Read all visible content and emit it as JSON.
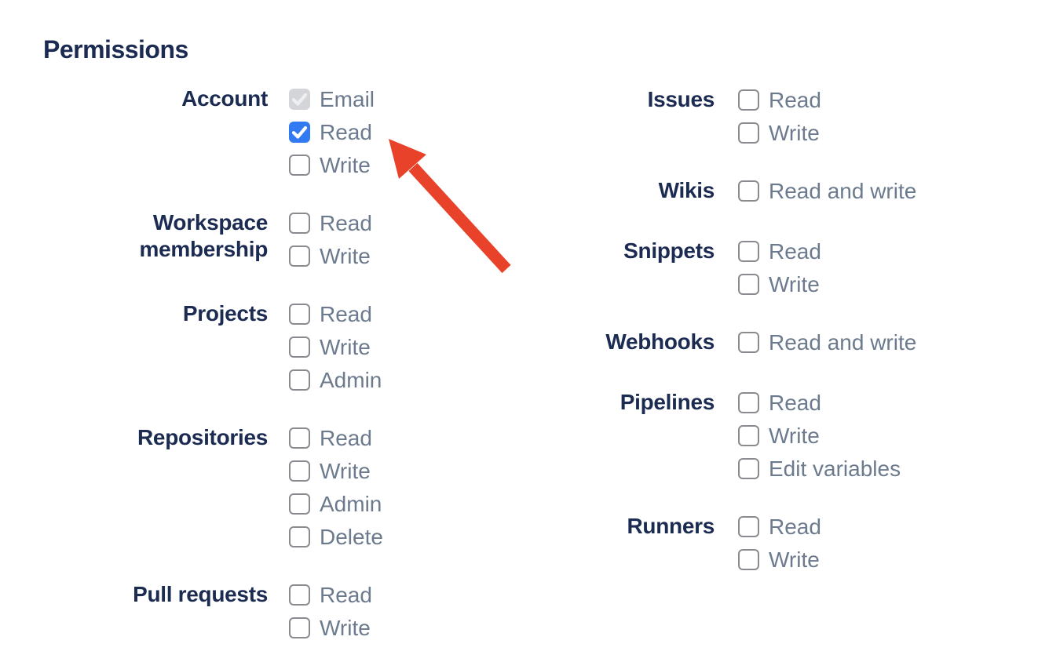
{
  "heading": {
    "title": "Permissions"
  },
  "colors": {
    "background": "#FFFFFF",
    "heading_text": "#1C2B52",
    "group_label_text": "#1C2B52",
    "option_label_text": "#6C7A8E",
    "checkbox_border": "#8A8B90",
    "checkbox_checked_fill": "#327AF2",
    "checkbox_checked_checkmark": "#FFFFFF",
    "checkbox_disabled_fill": "#D4D5D9",
    "checkbox_disabled_checkmark": "#EFEFF1",
    "arrow": "#E8432A"
  },
  "columns": [
    {
      "side": "left",
      "groups": [
        {
          "label": "Account",
          "options": [
            {
              "label": "Email",
              "checked": true,
              "disabled": true
            },
            {
              "label": "Read",
              "checked": true,
              "disabled": false
            },
            {
              "label": "Write",
              "checked": false,
              "disabled": false
            }
          ]
        },
        {
          "label": "Workspace membership",
          "options": [
            {
              "label": "Read",
              "checked": false,
              "disabled": false
            },
            {
              "label": "Write",
              "checked": false,
              "disabled": false
            }
          ]
        },
        {
          "label": "Projects",
          "options": [
            {
              "label": "Read",
              "checked": false,
              "disabled": false
            },
            {
              "label": "Write",
              "checked": false,
              "disabled": false
            },
            {
              "label": "Admin",
              "checked": false,
              "disabled": false
            }
          ]
        },
        {
          "label": "Repositories",
          "options": [
            {
              "label": "Read",
              "checked": false,
              "disabled": false
            },
            {
              "label": "Write",
              "checked": false,
              "disabled": false
            },
            {
              "label": "Admin",
              "checked": false,
              "disabled": false
            },
            {
              "label": "Delete",
              "checked": false,
              "disabled": false
            }
          ]
        },
        {
          "label": "Pull requests",
          "options": [
            {
              "label": "Read",
              "checked": false,
              "disabled": false
            },
            {
              "label": "Write",
              "checked": false,
              "disabled": false
            }
          ]
        }
      ]
    },
    {
      "side": "right",
      "groups": [
        {
          "label": "Issues",
          "options": [
            {
              "label": "Read",
              "checked": false,
              "disabled": false
            },
            {
              "label": "Write",
              "checked": false,
              "disabled": false
            }
          ]
        },
        {
          "label": "Wikis",
          "options": [
            {
              "label": "Read and write",
              "checked": false,
              "disabled": false
            }
          ]
        },
        {
          "label": "Snippets",
          "options": [
            {
              "label": "Read",
              "checked": false,
              "disabled": false
            },
            {
              "label": "Write",
              "checked": false,
              "disabled": false
            }
          ]
        },
        {
          "label": "Webhooks",
          "options": [
            {
              "label": "Read and write",
              "checked": false,
              "disabled": false
            }
          ]
        },
        {
          "label": "Pipelines",
          "options": [
            {
              "label": "Read",
              "checked": false,
              "disabled": false
            },
            {
              "label": "Write",
              "checked": false,
              "disabled": false
            },
            {
              "label": "Edit variables",
              "checked": false,
              "disabled": false
            }
          ]
        },
        {
          "label": "Runners",
          "options": [
            {
              "label": "Read",
              "checked": false,
              "disabled": false
            },
            {
              "label": "Write",
              "checked": false,
              "disabled": false
            }
          ]
        }
      ]
    }
  ],
  "annotation": {
    "type": "arrow",
    "color": "#E8432A",
    "points_to": "Account Read checkbox"
  }
}
